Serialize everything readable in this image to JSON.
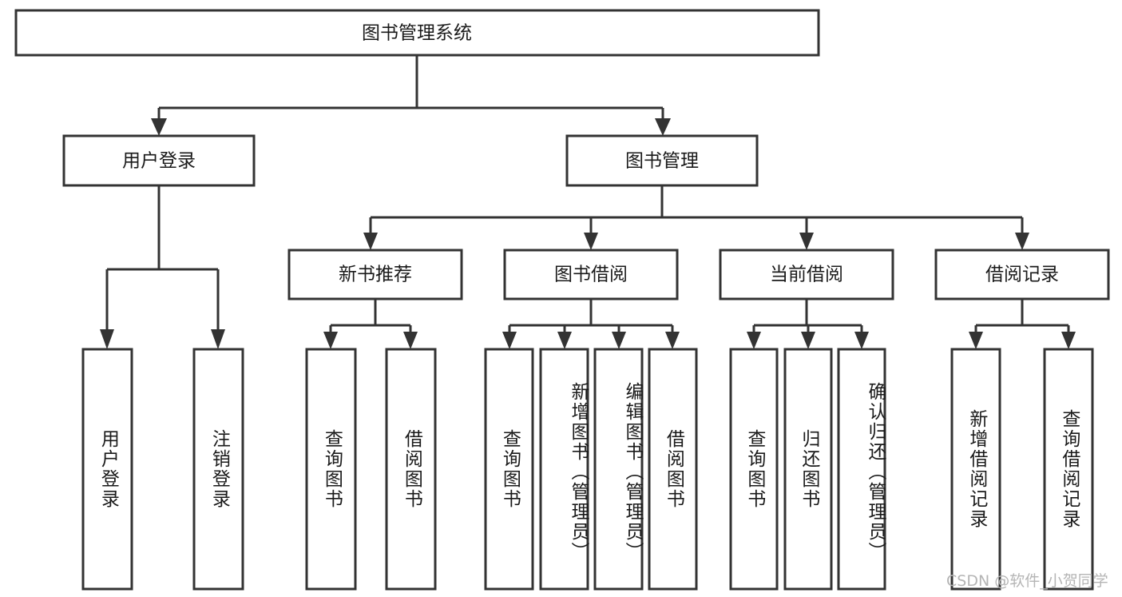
{
  "diagram": {
    "type": "tree-hierarchy",
    "title": "图书管理系统",
    "watermark": "CSDN @软件_小贺同学",
    "colors": {
      "stroke": "#333333",
      "fill": "#ffffff",
      "text": "#1a1a1a",
      "watermark": "#b5b5b5"
    },
    "levels": {
      "root": {
        "label": "图书管理系统"
      },
      "level2": [
        {
          "id": "user-login",
          "label": "用户登录"
        },
        {
          "id": "book-management",
          "label": "图书管理"
        }
      ],
      "level3": [
        {
          "id": "new-book-recommend",
          "label": "新书推荐",
          "parent": "book-management"
        },
        {
          "id": "book-borrow",
          "label": "图书借阅",
          "parent": "book-management"
        },
        {
          "id": "current-borrow",
          "label": "当前借阅",
          "parent": "book-management"
        },
        {
          "id": "borrow-record",
          "label": "借阅记录",
          "parent": "book-management"
        }
      ],
      "leaves": [
        {
          "id": "leaf-user-login",
          "label": "用户登录",
          "parent": "user-login"
        },
        {
          "id": "leaf-logout-login",
          "label": "注销登录",
          "parent": "user-login"
        },
        {
          "id": "leaf-query-book-1",
          "label": "查询图书",
          "parent": "new-book-recommend"
        },
        {
          "id": "leaf-borrow-book-1",
          "label": "借阅图书",
          "parent": "new-book-recommend"
        },
        {
          "id": "leaf-query-book-2",
          "label": "查询图书",
          "parent": "book-borrow"
        },
        {
          "id": "leaf-add-book",
          "label": "新增图书（管理员）",
          "parent": "book-borrow"
        },
        {
          "id": "leaf-edit-book",
          "label": "编辑图书（管理员）",
          "parent": "book-borrow"
        },
        {
          "id": "leaf-borrow-book-2",
          "label": "借阅图书",
          "parent": "book-borrow"
        },
        {
          "id": "leaf-query-book-3",
          "label": "查询图书",
          "parent": "current-borrow"
        },
        {
          "id": "leaf-return-book",
          "label": "归还图书",
          "parent": "current-borrow"
        },
        {
          "id": "leaf-confirm-return",
          "label": "确认归还（管理员）",
          "parent": "current-borrow"
        },
        {
          "id": "leaf-add-record",
          "label": "新增借阅记录",
          "parent": "borrow-record"
        },
        {
          "id": "leaf-query-record",
          "label": "查询借阅记录",
          "parent": "borrow-record"
        }
      ]
    }
  }
}
